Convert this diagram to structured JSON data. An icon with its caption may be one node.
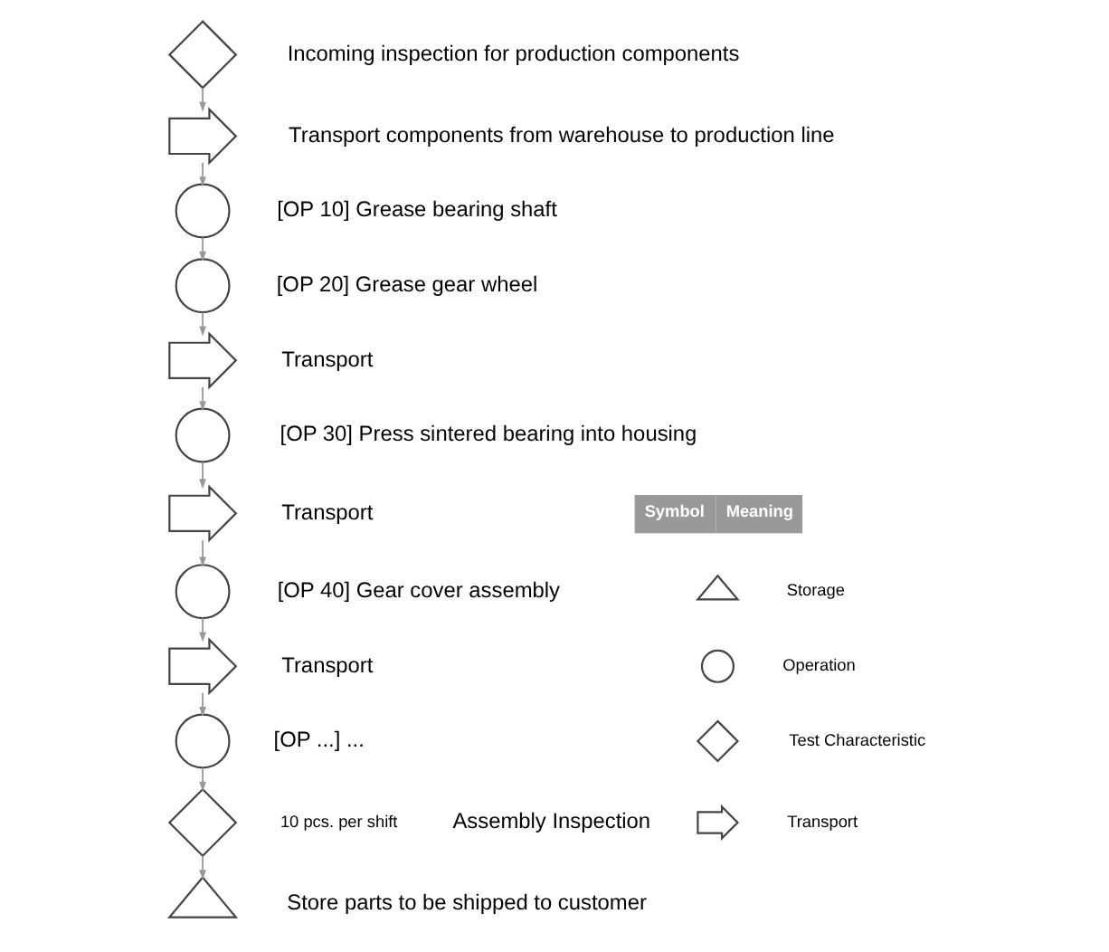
{
  "diagram": {
    "nodes": [
      {
        "text": [],
        "shape": "diamond",
        "beside": [
          "Incoming inspection for production components"
        ]
      },
      {
        "text": [],
        "shape": "arrow",
        "beside": [
          "Transport components from warehouse to production line"
        ]
      },
      {
        "text": [],
        "shape": "circle",
        "beside": [
          "[OP 10] Grease bearing shaft"
        ]
      },
      {
        "text": [],
        "shape": "circle",
        "beside": [
          "[OP 20] Grease gear wheel"
        ]
      },
      {
        "text": [],
        "shape": "arrow",
        "beside": [
          "Transport"
        ]
      },
      {
        "text": [],
        "shape": "circle",
        "beside": [
          "[OP 30] Press sintered bearing into housing"
        ]
      },
      {
        "text": [],
        "shape": "arrow",
        "beside": [
          "Transport"
        ]
      },
      {
        "text": [],
        "shape": "circle",
        "beside": [
          "[OP 40] Gear cover assembly"
        ]
      },
      {
        "text": [],
        "shape": "arrow",
        "beside": [
          "Transport"
        ]
      },
      {
        "text": [],
        "shape": "circle",
        "beside": [
          "[OP ...] ..."
        ]
      },
      {
        "text": [],
        "shape": "diamond",
        "beside": [
          "10 pcs. per shift",
          "Assembly Inspection"
        ]
      },
      {
        "text": [],
        "shape": "triangle",
        "beside": [
          "Store parts to be shipped to customer"
        ]
      },
      {
        "text": [],
        "shape": "triangle"
      },
      {
        "text": [],
        "shape": "circle"
      },
      {
        "text": [],
        "shape": "diamond"
      },
      {
        "text": [],
        "shape": "arrow"
      }
    ],
    "edges": [
      {
        "from": 0,
        "to": 1,
        "arrow": "to"
      },
      {
        "from": 1,
        "to": 2,
        "arrow": "to"
      },
      {
        "from": 2,
        "to": 3,
        "arrow": "to"
      },
      {
        "from": 3,
        "to": 4,
        "arrow": "to"
      },
      {
        "from": 4,
        "to": 5,
        "arrow": "to"
      },
      {
        "from": 5,
        "to": 6,
        "arrow": "to"
      },
      {
        "from": 6,
        "to": 7,
        "arrow": "to"
      },
      {
        "from": 7,
        "to": 8,
        "arrow": "to"
      },
      {
        "from": 8,
        "to": 9,
        "arrow": "to"
      },
      {
        "from": 9,
        "to": 10,
        "arrow": "to"
      },
      {
        "from": 10,
        "to": 11,
        "arrow": "to"
      }
    ],
    "labels": [
      "Symbol",
      "Meaning"
    ],
    "legend": [
      {
        "text": "Storage"
      },
      {
        "text": "Operation"
      },
      {
        "text": "Test Characteristic"
      },
      {
        "text": "Transport"
      }
    ]
  }
}
